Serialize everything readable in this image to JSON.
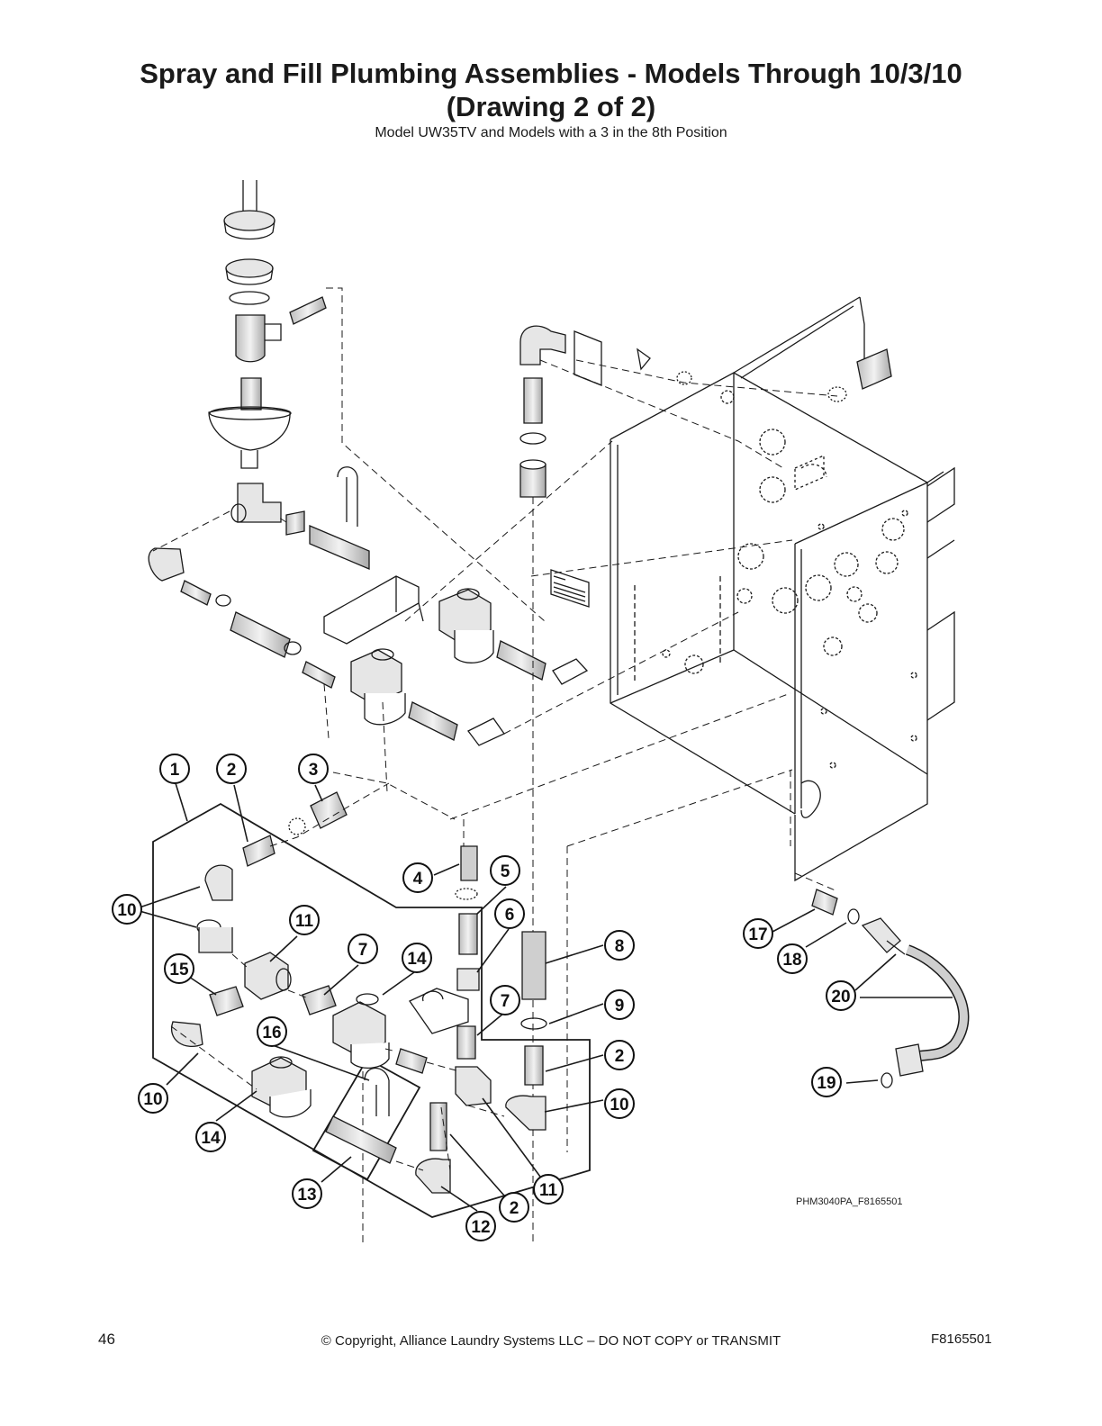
{
  "header": {
    "title_line1": "Spray and Fill Plumbing Assemblies - Models Through 10/3/10",
    "title_line2": "(Drawing 2 of 2)",
    "subtitle": "Model UW35TV and Models with a 3 in the 8th Position"
  },
  "diagram": {
    "drawing_code": "PHM3040PA_F8165501",
    "callouts": [
      "1",
      "2",
      "3",
      "10",
      "11",
      "7",
      "14",
      "15",
      "16",
      "4",
      "5",
      "6",
      "8",
      "7",
      "9",
      "2",
      "10",
      "10",
      "14",
      "13",
      "2",
      "11",
      "12",
      "17",
      "18",
      "20",
      "19"
    ],
    "colors": {
      "line": "#1a1a1a",
      "part_fill": "#e6e6e6",
      "hose_fill": "#cfcfcf"
    }
  },
  "footer": {
    "page_number": "46",
    "copyright": "© Copyright, Alliance Laundry Systems LLC – DO NOT COPY or TRANSMIT",
    "doc_number": "F8165501"
  }
}
